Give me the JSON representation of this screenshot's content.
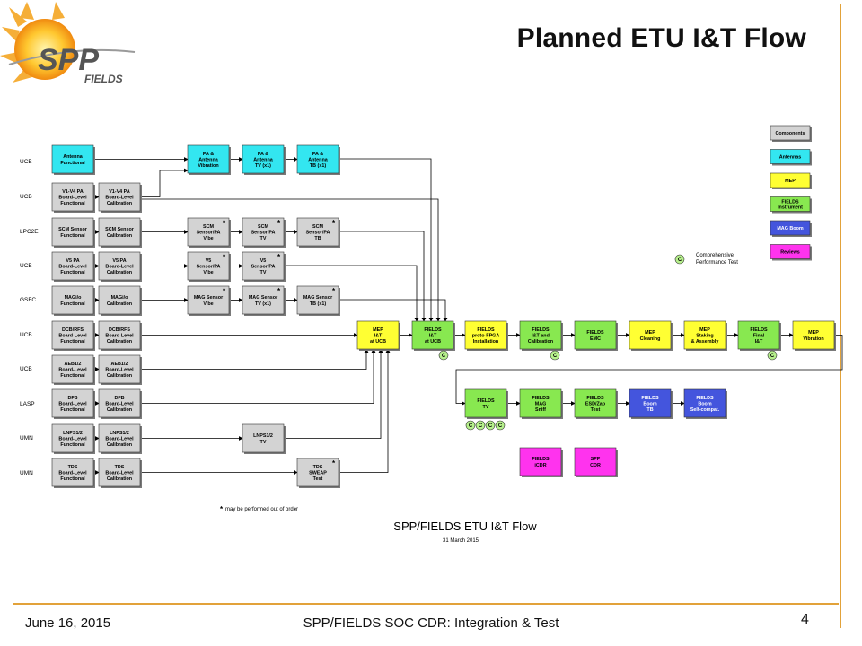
{
  "header": {
    "title": "Planned ETU I&T Flow",
    "logo_text": "SPP",
    "logo_subtext": "FIELDS"
  },
  "footer": {
    "date": "June 16, 2015",
    "center": "SPP/FIELDS SOC CDR: Integration & Test",
    "page": "4"
  },
  "colors": {
    "components": "#d3d3d3",
    "antennas": "#33e6f0",
    "mep": "#ffff33",
    "fields_instrument": "#88e850",
    "mag_boom": "#4455dd",
    "reviews": "#ff33ee",
    "accent": "#e2a23a"
  },
  "flow": {
    "title": "SPP/FIELDS ETU I&T Flow",
    "date": "31 March 2015",
    "footnote_star": "*",
    "footnote": "may be performed out of order",
    "cpt_mark": "C",
    "cpt_label": [
      "Comprehensive",
      "Performance Test"
    ],
    "legend": [
      {
        "label": [
          "Components"
        ],
        "color": "components"
      },
      {
        "label": [
          "Antennas"
        ],
        "color": "antennas"
      },
      {
        "label": [
          "MEP"
        ],
        "color": "mep"
      },
      {
        "label": [
          "FIELDS",
          "Instrument"
        ],
        "color": "fields_instrument"
      },
      {
        "label": [
          "MAG Boom"
        ],
        "color": "mag_boom"
      },
      {
        "label": [
          "Reviews"
        ],
        "color": "reviews"
      }
    ],
    "row_labels": [
      "UCB",
      "UCB",
      "LPC2E",
      "UCB",
      "GSFC",
      "UCB",
      "UCB",
      "LASP",
      "UMN",
      "UMN"
    ],
    "boxes": [
      {
        "id": "ant-func",
        "lines": [
          "Antenna",
          "Functional"
        ],
        "color": "antennas"
      },
      {
        "id": "v1v4-func",
        "lines": [
          "V1-V4 PA",
          "Board-Level",
          "Functional"
        ],
        "color": "components"
      },
      {
        "id": "v1v4-cal",
        "lines": [
          "V1-V4 PA",
          "Board-Level",
          "Calibration"
        ],
        "color": "components"
      },
      {
        "id": "scm-func",
        "lines": [
          "SCM Sensor",
          "Functional"
        ],
        "color": "components"
      },
      {
        "id": "scm-cal",
        "lines": [
          "SCM Sensor",
          "Calibration"
        ],
        "color": "components"
      },
      {
        "id": "v5-func",
        "lines": [
          "V5 PA",
          "Board-Level",
          "Functional"
        ],
        "color": "components"
      },
      {
        "id": "v5-cal",
        "lines": [
          "V5 PA",
          "Board-Level",
          "Calibration"
        ],
        "color": "components"
      },
      {
        "id": "mag-func",
        "lines": [
          "MAGi/o",
          "Functional"
        ],
        "color": "components"
      },
      {
        "id": "mag-cal",
        "lines": [
          "MAGi/o",
          "Calibration"
        ],
        "color": "components"
      },
      {
        "id": "dcb-func",
        "lines": [
          "DCB/RFS",
          "Board-Level",
          "Functional"
        ],
        "color": "components"
      },
      {
        "id": "dcb-cal",
        "lines": [
          "DCB/RFS",
          "Board-Level",
          "Calibration"
        ],
        "color": "components"
      },
      {
        "id": "aeb-func",
        "lines": [
          "AEB1/2",
          "Board-Level",
          "Functional"
        ],
        "color": "components"
      },
      {
        "id": "aeb-cal",
        "lines": [
          "AEB1/2",
          "Board-Level",
          "Calibration"
        ],
        "color": "components"
      },
      {
        "id": "dfb-func",
        "lines": [
          "DFB",
          "Board-Level",
          "Functional"
        ],
        "color": "components"
      },
      {
        "id": "dfb-cal",
        "lines": [
          "DFB",
          "Board-Level",
          "Calibration"
        ],
        "color": "components"
      },
      {
        "id": "lnps-func",
        "lines": [
          "LNPS1/2",
          "Board-Level",
          "Functional"
        ],
        "color": "components"
      },
      {
        "id": "lnps-cal",
        "lines": [
          "LNPS1/2",
          "Board-Level",
          "Calibration"
        ],
        "color": "components"
      },
      {
        "id": "tds-func",
        "lines": [
          "TDS",
          "Board-Level",
          "Functional"
        ],
        "color": "components"
      },
      {
        "id": "tds-cal",
        "lines": [
          "TDS",
          "Board-Level",
          "Calibration"
        ],
        "color": "components"
      },
      {
        "id": "pa-vib",
        "lines": [
          "PA &",
          "Antenna",
          "Vibration"
        ],
        "color": "antennas"
      },
      {
        "id": "pa-tv",
        "lines": [
          "PA &",
          "Antenna",
          "TV (x1)"
        ],
        "color": "antennas"
      },
      {
        "id": "pa-tb",
        "lines": [
          "PA &",
          "Antenna",
          "TB (x1)"
        ],
        "color": "antennas"
      },
      {
        "id": "scm-vibe",
        "lines": [
          "SCM",
          "Sensor/PA",
          "Vibe"
        ],
        "color": "components",
        "star": true
      },
      {
        "id": "scm-tv",
        "lines": [
          "SCM",
          "Sensor/PA",
          "TV"
        ],
        "color": "components",
        "star": true
      },
      {
        "id": "scm-tb",
        "lines": [
          "SCM",
          "Sensor/PA",
          "TB"
        ],
        "color": "components",
        "star": true
      },
      {
        "id": "v5-vibe",
        "lines": [
          "V5",
          "Sensor/PA",
          "Vibe"
        ],
        "color": "components",
        "star": true
      },
      {
        "id": "v5-tv",
        "lines": [
          "V5",
          "Sensor/PA",
          "TV"
        ],
        "color": "components",
        "star": true
      },
      {
        "id": "mag-vibe",
        "lines": [
          "MAG Sensor",
          "Vibe"
        ],
        "color": "components",
        "star": true
      },
      {
        "id": "mag-tv",
        "lines": [
          "MAG Sensor",
          "TV (x1)"
        ],
        "color": "components",
        "star": true
      },
      {
        "id": "mag-tb",
        "lines": [
          "MAG Sensor",
          "TB (x1)"
        ],
        "color": "components",
        "star": true
      },
      {
        "id": "lnps-tv",
        "lines": [
          "LNPS1/2",
          "TV"
        ],
        "color": "components"
      },
      {
        "id": "tds-sweap",
        "lines": [
          "TDS",
          "SWEAP",
          "Test"
        ],
        "color": "components",
        "star": true
      },
      {
        "id": "mep-it",
        "lines": [
          "MEP",
          "I&T",
          "at UCB"
        ],
        "color": "mep"
      },
      {
        "id": "fields-it",
        "lines": [
          "FIELDS",
          "I&T",
          "at UCB"
        ],
        "color": "fields_instrument"
      },
      {
        "id": "proto-fpga",
        "lines": [
          "FIELDS",
          "proto-FPGA",
          "Installation"
        ],
        "color": "mep"
      },
      {
        "id": "it-cal",
        "lines": [
          "FIELDS",
          "I&T and",
          "Calibration"
        ],
        "color": "fields_instrument"
      },
      {
        "id": "emc",
        "lines": [
          "FIELDS",
          "EMC"
        ],
        "color": "fields_instrument"
      },
      {
        "id": "mep-clean",
        "lines": [
          "MEP",
          "Cleaning"
        ],
        "color": "mep"
      },
      {
        "id": "mep-stake",
        "lines": [
          "MEP",
          "Staking",
          "& Assembly"
        ],
        "color": "mep"
      },
      {
        "id": "final-it",
        "lines": [
          "FIELDS",
          "Final",
          "I&T"
        ],
        "color": "fields_instrument"
      },
      {
        "id": "mep-vib",
        "lines": [
          "MEP",
          "Vibration"
        ],
        "color": "mep"
      },
      {
        "id": "fields-tv",
        "lines": [
          "FIELDS",
          "TV"
        ],
        "color": "fields_instrument"
      },
      {
        "id": "mag-sniff",
        "lines": [
          "FIELDS",
          "MAG",
          "Sniff"
        ],
        "color": "fields_instrument"
      },
      {
        "id": "esd-zap",
        "lines": [
          "FIELDS",
          "ESD/Zap",
          "Test"
        ],
        "color": "fields_instrument"
      },
      {
        "id": "boom-tb",
        "lines": [
          "FIELDS",
          "Boom",
          "TB"
        ],
        "color": "mag_boom"
      },
      {
        "id": "boom-self",
        "lines": [
          "FIELDS",
          "Boom",
          "Self-compat."
        ],
        "color": "mag_boom"
      },
      {
        "id": "icdr",
        "lines": [
          "FIELDS",
          "iCDR"
        ],
        "color": "reviews"
      },
      {
        "id": "spp-cdr",
        "lines": [
          "SPP",
          "CDR"
        ],
        "color": "reviews"
      }
    ]
  }
}
